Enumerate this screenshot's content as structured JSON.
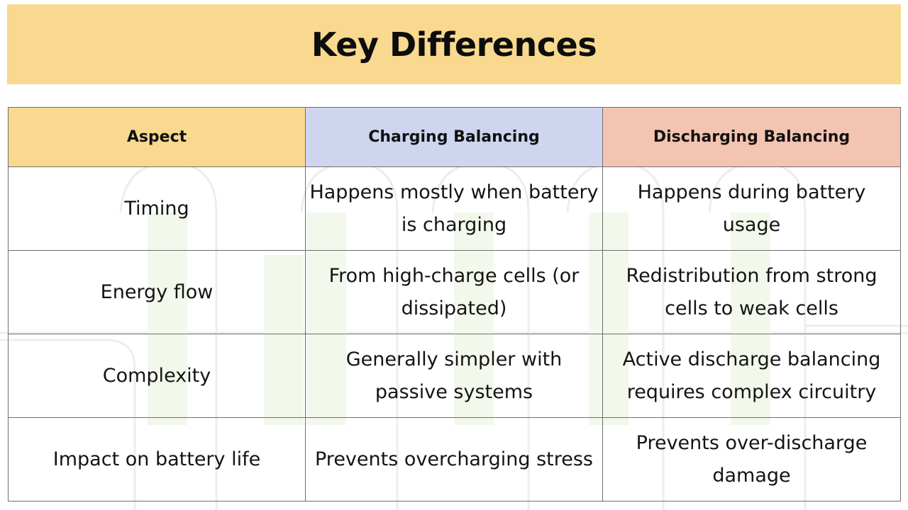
{
  "title": "Key Differences",
  "table": {
    "headers": [
      "Aspect",
      "Charging Balancing",
      "Discharging Balancing"
    ],
    "rows": [
      [
        "Timing",
        "Happens mostly when battery is charging",
        "Happens during battery usage"
      ],
      [
        "Energy flow",
        "From high-charge cells (or dissipated)",
        "Redistribution from strong cells to weak cells"
      ],
      [
        "Complexity",
        "Generally simpler with passive systems",
        "Active discharge balancing requires complex circuitry"
      ],
      [
        "Impact on battery life",
        "Prevents overcharging stress",
        "Prevents over-discharge damage"
      ]
    ]
  },
  "colors": {
    "title_banner": "#f8d98f",
    "aspect_header": "#f8d98f",
    "charging_header": "#d0d5ef",
    "discharging_header": "#f4c4b2",
    "border": "#6f6f6f"
  }
}
